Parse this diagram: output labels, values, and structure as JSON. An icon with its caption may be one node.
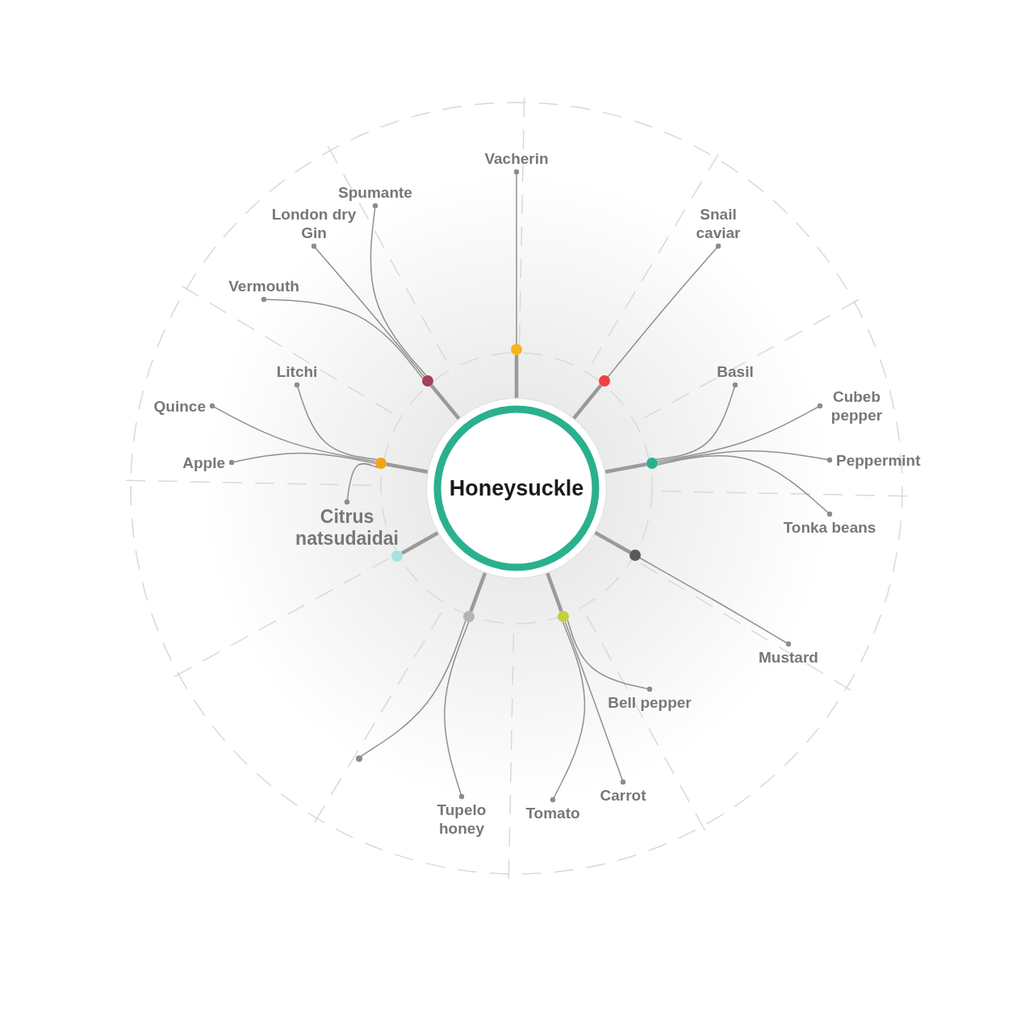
{
  "diagram": {
    "nodes": [
      {
        "text": [
          "Honeysuckle"
        ]
      },
      {
        "text": [
          "Vacherin"
        ]
      },
      {
        "text": [
          "Spumante"
        ]
      },
      {
        "text": [
          "Snail caviar"
        ]
      },
      {
        "text": [
          "London dry Gin"
        ]
      },
      {
        "text": [
          "Vermouth"
        ]
      },
      {
        "text": [],
        "shape": "circle"
      },
      {
        "text": [
          "Litchi"
        ]
      },
      {
        "text": [
          "Basil"
        ]
      },
      {
        "text": [],
        "shape": "circle"
      },
      {
        "text": [],
        "shape": "circle"
      },
      {
        "text": [
          "Quince"
        ]
      },
      {
        "text": [
          "Cubeb pepper"
        ]
      },
      {
        "text": [
          "Peppermint"
        ]
      },
      {
        "text": [
          "Apple"
        ]
      },
      {
        "text": [],
        "shape": "circle"
      },
      {
        "text": [],
        "shape": "circle"
      },
      {
        "text": [
          "Citrus natsudaidai"
        ]
      },
      {
        "text": [
          "Tonka beans"
        ]
      },
      {
        "text": [],
        "shape": "circle"
      },
      {
        "text": [],
        "shape": "circle"
      },
      {
        "text": [],
        "shape": "circle"
      },
      {
        "text": [],
        "shape": "circle"
      },
      {
        "text": [
          "Mustard"
        ]
      },
      {
        "text": [
          "Bell pepper"
        ]
      },
      {
        "text": [],
        "shape": "circle"
      },
      {
        "text": [
          "Carrot"
        ]
      },
      {
        "text": [
          "Tomato"
        ]
      },
      {
        "text": [
          "Tupelo honey"
        ]
      }
    ],
    "edges": [
      {
        "from": 0,
        "to": 9,
        "arrow": "none",
        "style": "thick"
      },
      {
        "from": 0,
        "to": 6,
        "arrow": "none",
        "style": "thick"
      },
      {
        "from": 0,
        "to": 10,
        "arrow": "none",
        "style": "thick"
      },
      {
        "from": 0,
        "to": 16,
        "arrow": "none",
        "style": "thick"
      },
      {
        "from": 0,
        "to": 20,
        "arrow": "none",
        "style": "thick"
      },
      {
        "from": 0,
        "to": 22,
        "arrow": "none",
        "style": "thick"
      },
      {
        "from": 0,
        "to": 21,
        "arrow": "none",
        "style": "thick"
      },
      {
        "from": 0,
        "to": 19,
        "arrow": "none",
        "style": "thick"
      },
      {
        "from": 0,
        "to": 15,
        "arrow": "none",
        "style": "thick"
      },
      {
        "from": 9,
        "to": 4,
        "arrow": "other"
      },
      {
        "from": 9,
        "to": 2,
        "arrow": "other"
      },
      {
        "from": 9,
        "to": 5,
        "arrow": "other"
      },
      {
        "from": 6,
        "to": 1,
        "arrow": "other"
      },
      {
        "from": 10,
        "to": 3,
        "arrow": "other"
      },
      {
        "from": 16,
        "to": 8,
        "arrow": "other"
      },
      {
        "from": 16,
        "to": 12,
        "arrow": "other"
      },
      {
        "from": 16,
        "to": 13,
        "arrow": "other"
      },
      {
        "from": 16,
        "to": 18,
        "arrow": "other"
      },
      {
        "from": 20,
        "to": 23,
        "arrow": "other"
      },
      {
        "from": 22,
        "to": 24,
        "arrow": "other"
      },
      {
        "from": 22,
        "to": 26,
        "arrow": "other"
      },
      {
        "from": 22,
        "to": 27,
        "arrow": "other"
      },
      {
        "from": 21,
        "to": 25,
        "arrow": "none"
      },
      {
        "from": 21,
        "to": 28,
        "arrow": "other"
      },
      {
        "from": 15,
        "to": 7,
        "arrow": "other"
      },
      {
        "from": 15,
        "to": 11,
        "arrow": "other"
      },
      {
        "from": 15,
        "to": 14,
        "arrow": "other"
      },
      {
        "from": 15,
        "to": 17,
        "arrow": "other"
      }
    ]
  }
}
